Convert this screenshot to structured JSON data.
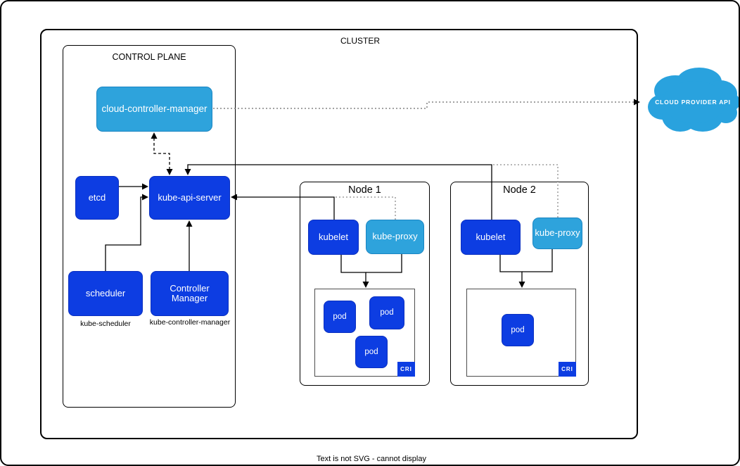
{
  "cluster": {
    "label": "CLUSTER"
  },
  "control_plane": {
    "label": "CONTROL PLANE",
    "cloud_controller_manager": {
      "label": "cloud-controller-manager"
    },
    "etcd": {
      "label": "etcd"
    },
    "kube_api_server": {
      "label": "kube-api-server"
    },
    "scheduler": {
      "label": "scheduler",
      "caption": "kube-scheduler"
    },
    "controller_manager": {
      "label": "Controller Manager",
      "caption": "kube-controller-manager"
    }
  },
  "nodes": [
    {
      "title": "Node 1",
      "kubelet": "kubelet",
      "kube_proxy": "kube-proxy",
      "cri": "CRI",
      "pods": [
        "pod",
        "pod",
        "pod"
      ]
    },
    {
      "title": "Node 2",
      "kubelet": "kubelet",
      "kube_proxy": "kube-proxy",
      "cri": "CRI",
      "pods": [
        "pod"
      ]
    }
  ],
  "external": {
    "cloud_provider_api": "CLOUD PROVIDER API"
  },
  "footer": {
    "note": "Text is not SVG - cannot display"
  },
  "colors": {
    "dark_blue": "#0d3de2",
    "dark_blue_border": "#0a2fc0",
    "light_blue": "#2ea3dc",
    "light_blue_border": "#1a85c2",
    "cloud_blue": "#29a2de",
    "line_gray": "#8c8c8c"
  }
}
